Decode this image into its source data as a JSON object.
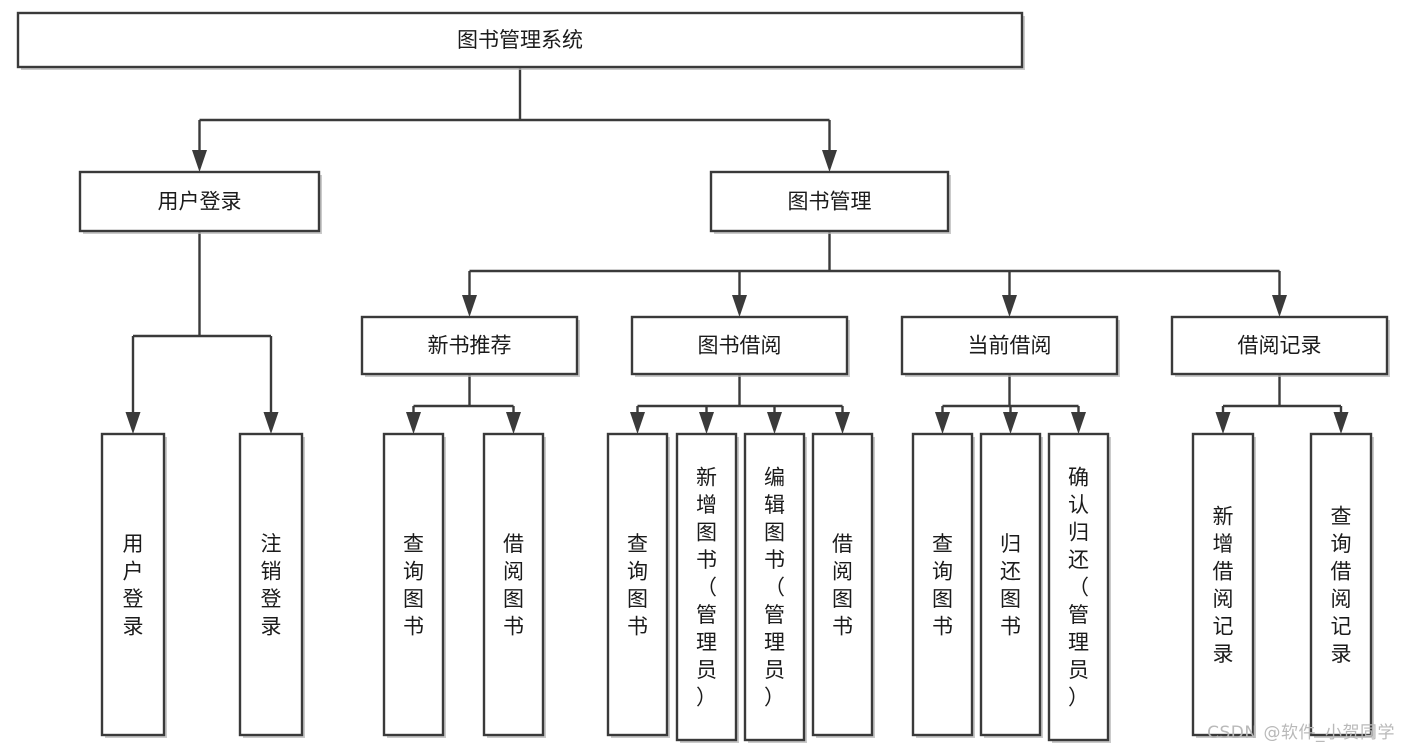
{
  "diagram": {
    "type": "tree",
    "title": "图书管理系统",
    "watermark": "CSDN @软件_小贺同学",
    "orientation": "top-down",
    "colors": {
      "stroke": "#3a3a3a",
      "fill": "#ffffff",
      "text": "#1b1b1b",
      "watermark": "#b9b9b9"
    },
    "nodes": {
      "root": {
        "label": "图书管理系统",
        "level": 0,
        "orientation": "horizontal"
      },
      "l1": [
        {
          "id": "user_login",
          "label": "用户登录",
          "level": 1,
          "orientation": "horizontal"
        },
        {
          "id": "book_mgmt",
          "label": "图书管理",
          "level": 1,
          "orientation": "horizontal"
        }
      ],
      "l2": [
        {
          "id": "new_book_rec",
          "label": "新书推荐",
          "level": 2,
          "orientation": "horizontal",
          "parent": "book_mgmt"
        },
        {
          "id": "book_borrow",
          "label": "图书借阅",
          "level": 2,
          "orientation": "horizontal",
          "parent": "book_mgmt"
        },
        {
          "id": "current_borrow",
          "label": "当前借阅",
          "level": 2,
          "orientation": "horizontal",
          "parent": "book_mgmt"
        },
        {
          "id": "borrow_record",
          "label": "借阅记录",
          "level": 2,
          "orientation": "horizontal",
          "parent": "book_mgmt"
        }
      ],
      "leaves": [
        {
          "id": "leaf_user_login",
          "label": "用户登录",
          "parent": "user_login",
          "orientation": "vertical"
        },
        {
          "id": "leaf_logout",
          "label": "注销登录",
          "parent": "user_login",
          "orientation": "vertical"
        },
        {
          "id": "leaf_query_book_1",
          "label": "查询图书",
          "parent": "new_book_rec",
          "orientation": "vertical"
        },
        {
          "id": "leaf_borrow_book_1",
          "label": "借阅图书",
          "parent": "new_book_rec",
          "orientation": "vertical"
        },
        {
          "id": "leaf_query_book_2",
          "label": "查询图书",
          "parent": "book_borrow",
          "orientation": "vertical"
        },
        {
          "id": "leaf_add_book",
          "label": "新增图书（管理员）",
          "parent": "book_borrow",
          "orientation": "vertical"
        },
        {
          "id": "leaf_edit_book",
          "label": "编辑图书（管理员）",
          "parent": "book_borrow",
          "orientation": "vertical"
        },
        {
          "id": "leaf_borrow_book_2",
          "label": "借阅图书",
          "parent": "book_borrow",
          "orientation": "vertical"
        },
        {
          "id": "leaf_query_book_3",
          "label": "查询图书",
          "parent": "current_borrow",
          "orientation": "vertical"
        },
        {
          "id": "leaf_return_book",
          "label": "归还图书",
          "parent": "current_borrow",
          "orientation": "vertical"
        },
        {
          "id": "leaf_confirm_return",
          "label": "确认归还（管理员）",
          "parent": "current_borrow",
          "orientation": "vertical"
        },
        {
          "id": "leaf_add_record",
          "label": "新增借阅记录",
          "parent": "borrow_record",
          "orientation": "vertical"
        },
        {
          "id": "leaf_query_record",
          "label": "查询借阅记录",
          "parent": "borrow_record",
          "orientation": "vertical"
        }
      ]
    }
  }
}
